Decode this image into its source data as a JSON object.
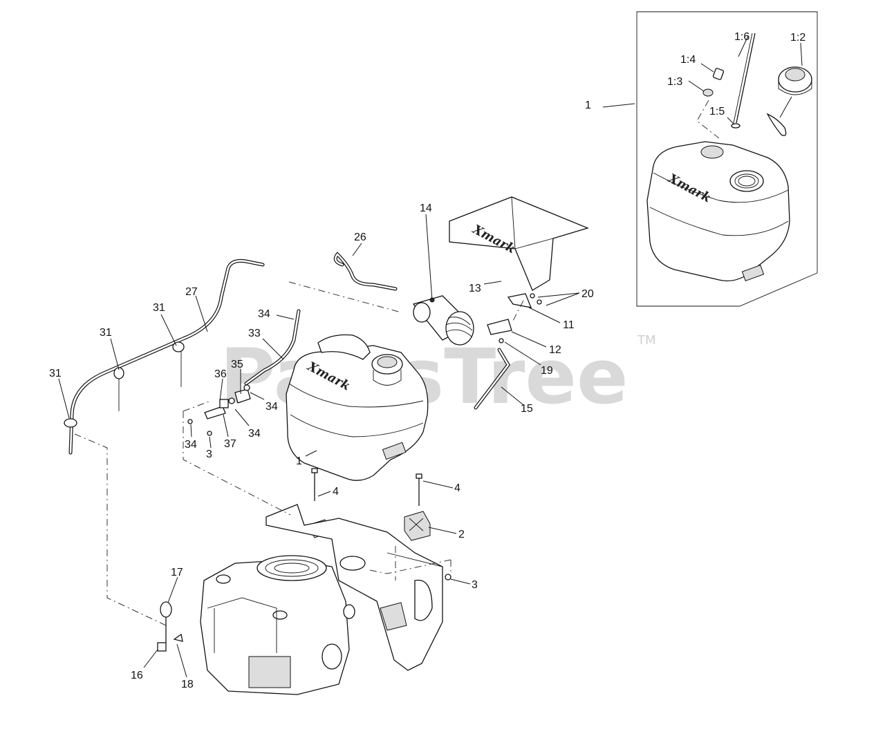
{
  "watermark": {
    "text": "PartsTree",
    "trademark": "TM"
  },
  "brand_text": "Xmark",
  "callouts": {
    "c1_main": "1",
    "c1_inset": "1",
    "c1_2": "1:2",
    "c1_3": "1:3",
    "c1_4": "1:4",
    "c1_5": "1:5",
    "c1_6": "1:6",
    "c2": "2",
    "c3_a": "3",
    "c3_b": "3",
    "c4_a": "4",
    "c4_b": "4",
    "c11": "11",
    "c12": "12",
    "c13": "13",
    "c14": "14",
    "c15": "15",
    "c16": "16",
    "c17": "17",
    "c18": "18",
    "c19": "19",
    "c20": "20",
    "c26": "26",
    "c27": "27",
    "c31_a": "31",
    "c31_b": "31",
    "c31_c": "31",
    "c33": "33",
    "c34_a": "34",
    "c34_b": "34",
    "c34_c": "34",
    "c34_d": "34",
    "c35": "35",
    "c36": "36",
    "c37": "37"
  }
}
